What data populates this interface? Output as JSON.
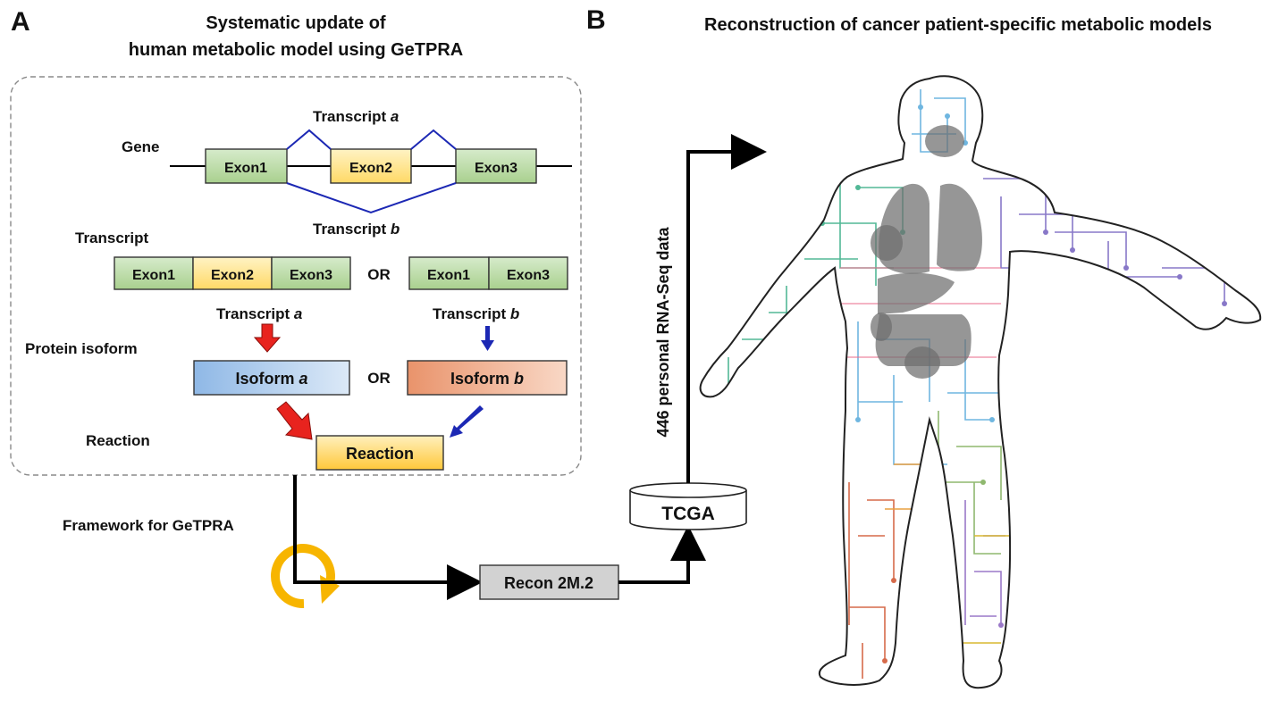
{
  "panel_a": {
    "letter": "A",
    "title_line1": "Systematic update of",
    "title_line2": "human metabolic model using GeTPRA",
    "gene_label": "Gene",
    "transcript_label": "Transcript",
    "protein_isoform_label": "Protein isoform",
    "reaction_label": "Reaction",
    "transcript_a_prefix": "Transcript ",
    "transcript_b_prefix": "Transcript ",
    "letter_a": "a",
    "letter_b": "b",
    "exon1": "Exon1",
    "exon2": "Exon2",
    "exon3": "Exon3",
    "or": "OR",
    "isoform_prefix": "Isoform ",
    "reaction_box": "Reaction",
    "framework_label": "Framework for GeTPRA"
  },
  "flow": {
    "recon": "Recon 2M.2",
    "tcga": "TCGA",
    "rnaseq": "446 personal RNA-Seq data"
  },
  "panel_b": {
    "letter": "B",
    "title": "Reconstruction of cancer patient-specific metabolic models"
  },
  "colors": {
    "exon_green": "#b6d7a8",
    "exon_yellow": "#ffe599",
    "isoform_blue": "#a9c9ea",
    "isoform_orange": "#f2b08e",
    "reaction_yellow": "#ffd35c",
    "arrow_red": "#e8231e",
    "arrow_blue": "#1c28b4",
    "splice_blue": "#1c28b4",
    "cycle_gold": "#f7b500",
    "recon_gray": "#cfcfcf"
  },
  "icons": {
    "cycle": "cycle-arrow-icon",
    "body": "human-body-metabolic-map-icon"
  }
}
